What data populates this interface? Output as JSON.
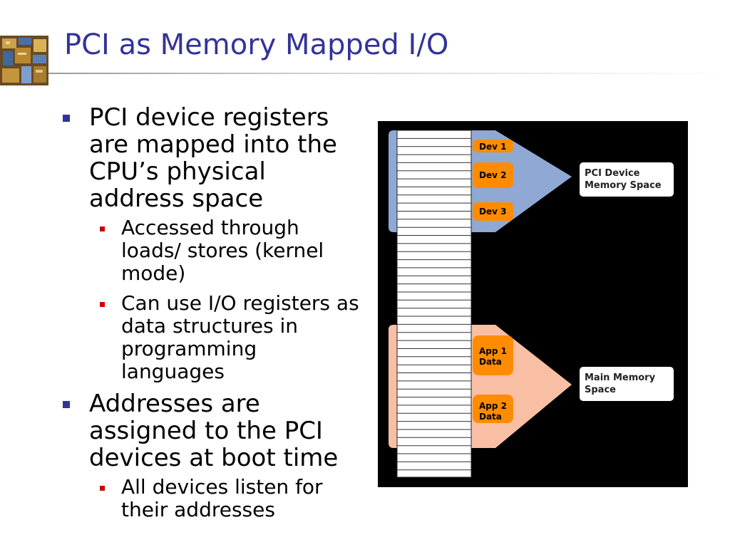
{
  "slide": {
    "title": "PCI as Memory Mapped I/O"
  },
  "bullets": [
    {
      "text": "PCI device registers are mapped into the CPU’s physical address space",
      "sub": [
        "Accessed through loads/ stores (kernel mode)",
        "Can use I/O registers as data structures in programming languages"
      ]
    },
    {
      "text": "Addresses are assigned to the PCI devices at boot time",
      "sub": [
        "All devices listen for their addresses"
      ]
    }
  ],
  "diagram": {
    "pci_region": {
      "blocks": [
        "Dev 1",
        "Dev 2",
        "Dev 3"
      ],
      "label_line1": "PCI Device",
      "label_line2": "Memory Space"
    },
    "main_region": {
      "blocks": [
        {
          "line1": "App 1",
          "line2": "Data"
        },
        {
          "line1": "App 2",
          "line2": "Data"
        }
      ],
      "label_line1": "Main Memory",
      "label_line2": "Space"
    },
    "colors": {
      "pci_region": "#8fa9d4",
      "main_region": "#f9bfa5",
      "block": "#ff8c00",
      "background": "#000000",
      "title": "#333399",
      "level1_bullet": "#333399",
      "level2_bullet": "#cc0000"
    }
  },
  "icons": {
    "logo": "chip-die-icon"
  }
}
